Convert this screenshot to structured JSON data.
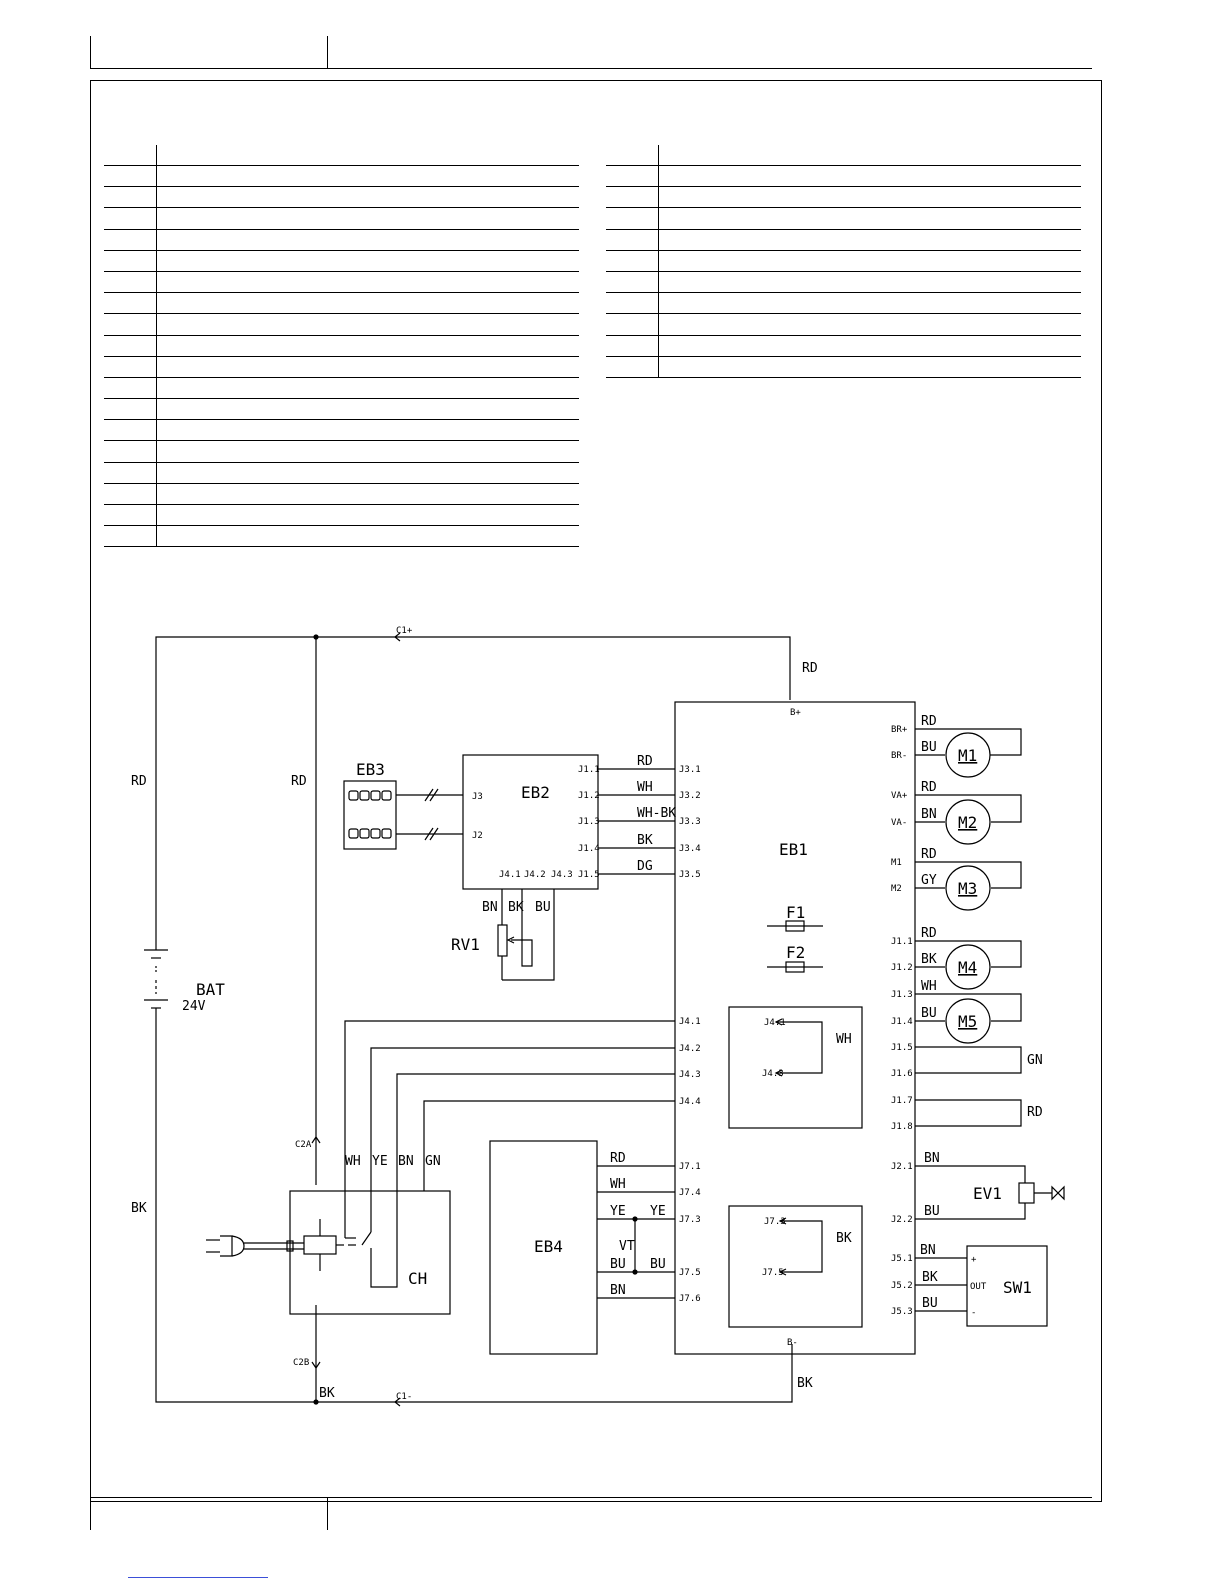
{
  "wiring_diagram": {
    "components": {
      "battery": {
        "name": "BAT",
        "voltage": "24V"
      },
      "main_board": {
        "name": "EB1"
      },
      "control_board": {
        "name": "EB2"
      },
      "panel": {
        "name": "EB3"
      },
      "board4": {
        "name": "EB4"
      },
      "charger": {
        "name": "CH"
      },
      "potentiometer": {
        "name": "RV1"
      },
      "fuse1": {
        "name": "F1"
      },
      "fuse2": {
        "name": "F2"
      },
      "valve": {
        "name": "EV1"
      },
      "switch": {
        "name": "SW1",
        "pins": [
          "+",
          "OUT",
          "-"
        ]
      },
      "vt": {
        "name": "VT"
      },
      "motors": [
        "M1",
        "M2",
        "M3",
        "M4",
        "M5"
      ]
    },
    "nodes": {
      "c1_plus": "C1+",
      "c1_minus": "C1-",
      "c2a": "C2A",
      "c2b": "C2B",
      "b_plus": "B+",
      "b_minus": "B-"
    },
    "wires": {
      "rd": "RD",
      "bk": "BK",
      "wh": "WH",
      "ye": "YE",
      "bn": "BN",
      "gn": "GN",
      "bu": "BU",
      "gy": "GY",
      "dg": "DG",
      "wh_bk": "WH-BK"
    },
    "eb2_pins": {
      "left": [
        "J3",
        "J2"
      ],
      "right": [
        "J1.1",
        "J1.2",
        "J1.3",
        "J1.4",
        "J1.5"
      ],
      "bottom": [
        "J4.1",
        "J4.2",
        "J4.3"
      ]
    },
    "eb1_pins": {
      "left_j3": [
        "J3.1",
        "J3.2",
        "J3.3",
        "J3.4",
        "J3.5"
      ],
      "left_j4": [
        "J4.1",
        "J4.2",
        "J4.3",
        "J4.4"
      ],
      "left_j7": [
        "J7.1",
        "J7.4",
        "J7.3",
        "J7.5",
        "J7.6"
      ],
      "right": [
        "BR+",
        "BR-",
        "VA+",
        "VA-",
        "M1",
        "M2",
        "J1.1",
        "J1.2",
        "J1.3",
        "J1.4",
        "J1.5",
        "J1.6",
        "J1.7",
        "J1.8",
        "J2.1",
        "J2.2",
        "J5.1",
        "J5.2",
        "J5.3"
      ],
      "jumper_wh": [
        "J4.1",
        "J4.3"
      ],
      "jumper_bk": [
        "J7.3",
        "J7.5"
      ]
    }
  }
}
